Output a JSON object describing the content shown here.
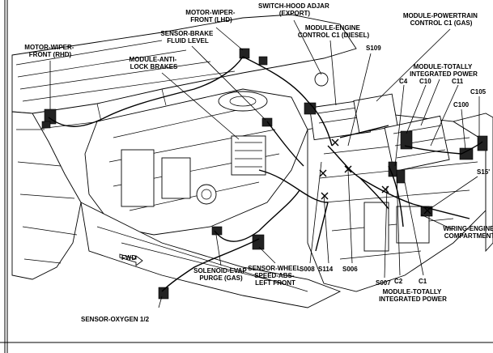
{
  "labels": {
    "motor_wiper_lhd": [
      "MOTOR-WIPER-",
      "FRONT (LHD)"
    ],
    "switch_hood": [
      "SWITCH-HOOD ADJAR",
      "(EXPORT)"
    ],
    "module_engine": [
      "MODULE-ENGINE",
      "CONTROL C1 (DIESEL)"
    ],
    "module_powertrain": [
      "MODULE-POWERTRAIN",
      "CONTROL C1 (GAS)"
    ],
    "motor_wiper_rhd": [
      "MOTOR-WIPER-",
      "FRONT (RHD)"
    ],
    "sensor_brake": [
      "SENSOR-BRAKE",
      "FLUID LEVEL"
    ],
    "s109": "S109",
    "module_tipm_top": [
      "MODULE-TOTALLY",
      "INTEGRATED POWER"
    ],
    "module_abs": [
      "MODULE-ANTI-",
      "LOCK BRAKES"
    ],
    "c4": "C4",
    "c10": "C10",
    "c11": "C11",
    "c105": "C105",
    "c100": "C100",
    "s15": "S15'",
    "wiring_engine": [
      "WIRING-ENGINE",
      "COMPARTMENT"
    ],
    "s008": "S008",
    "s114": "S114",
    "s006": "S006",
    "s007": "S007",
    "c2": "C2",
    "c1": "C1",
    "solenoid_evap": [
      "SOLENOID-EVAP",
      "PURGE (GAS)"
    ],
    "sensor_wheel": [
      "SENSOR-WHEEL",
      "SPEED-ABS-",
      "LEFT FRONT"
    ],
    "module_tipm_bottom": [
      "MODULE-TOTALLY",
      "INTEGRATED POWER"
    ],
    "sensor_oxygen": "SENSOR-OXYGEN 1/2",
    "fwd": "FWD"
  }
}
